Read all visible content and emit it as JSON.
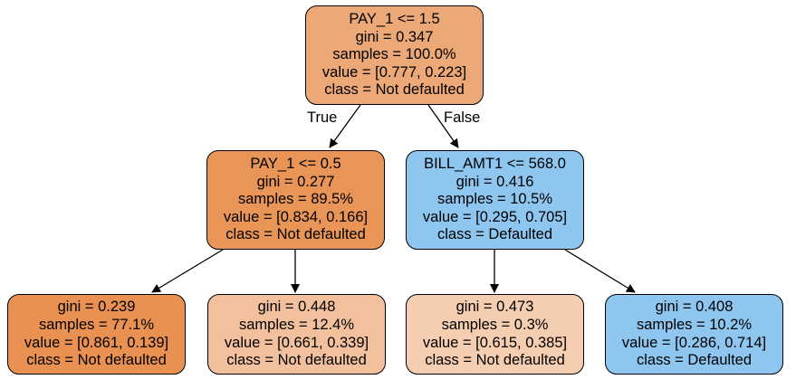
{
  "colors": {
    "root": "#eda877",
    "not_defaulted_strong": "#e99558",
    "not_defaulted_medium": "#e89152",
    "not_defaulted_light": "#f2c09c",
    "not_defaulted_pale": "#f5cdb0",
    "defaulted": "#8ec6f0"
  },
  "edges": {
    "true_label": "True",
    "false_label": "False"
  },
  "nodes": {
    "root": {
      "split": "PAY_1 <= 1.5",
      "gini": "gini = 0.347",
      "samples": "samples = 100.0%",
      "value": "value = [0.777, 0.223]",
      "class": "class = Not defaulted"
    },
    "left": {
      "split": "PAY_1 <= 0.5",
      "gini": "gini = 0.277",
      "samples": "samples = 89.5%",
      "value": "value = [0.834, 0.166]",
      "class": "class = Not defaulted"
    },
    "right": {
      "split": "BILL_AMT1 <= 568.0",
      "gini": "gini = 0.416",
      "samples": "samples = 10.5%",
      "value": "value = [0.295, 0.705]",
      "class": "class = Defaulted"
    },
    "leaf1": {
      "gini": "gini = 0.239",
      "samples": "samples = 77.1%",
      "value": "value = [0.861, 0.139]",
      "class": "class = Not defaulted"
    },
    "leaf2": {
      "gini": "gini = 0.448",
      "samples": "samples = 12.4%",
      "value": "value = [0.661, 0.339]",
      "class": "class = Not defaulted"
    },
    "leaf3": {
      "gini": "gini = 0.473",
      "samples": "samples = 0.3%",
      "value": "value = [0.615, 0.385]",
      "class": "class = Not defaulted"
    },
    "leaf4": {
      "gini": "gini = 0.408",
      "samples": "samples = 10.2%",
      "value": "value = [0.286, 0.714]",
      "class": "class = Defaulted"
    }
  }
}
